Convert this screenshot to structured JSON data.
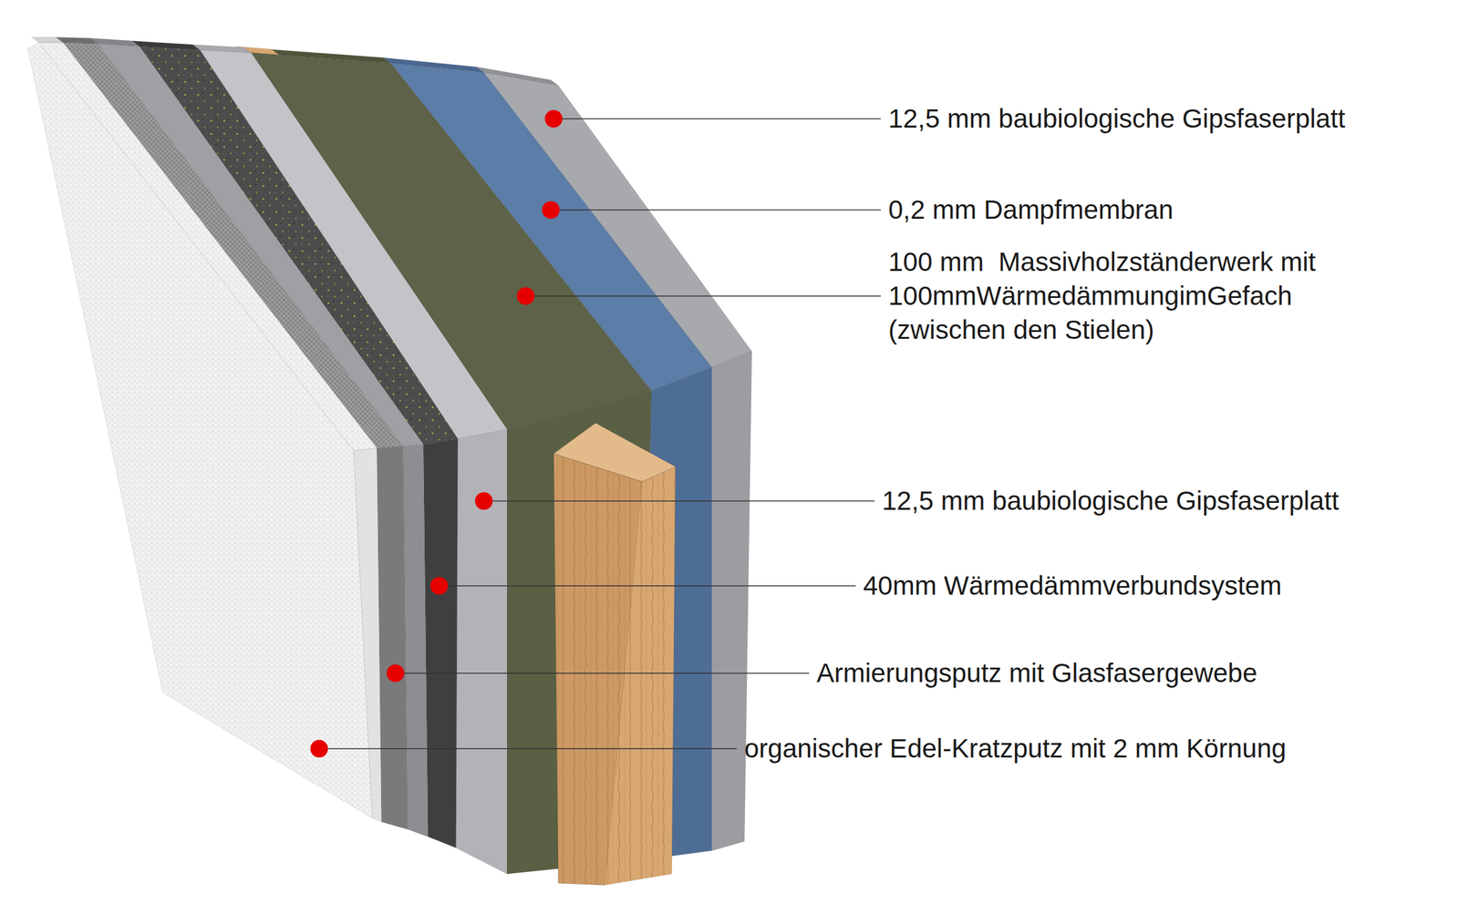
{
  "diagram": {
    "labels": [
      "12,5 mm baubiologische Gipsfaserplatt",
      "0,2 mm Dampfmembran",
      "100 mm  Massivholzständerwerk mit 100mmWärmedämmungimGefach (zwischen den Stielen)",
      "12,5 mm baubiologische Gipsfaserplatt",
      "40mm Wärmedämmverbundsystem",
      "Armierungsputz mit Glasfasergewebe",
      "organischer Edel-Kratzputz mit 2 mm Körnung"
    ]
  }
}
